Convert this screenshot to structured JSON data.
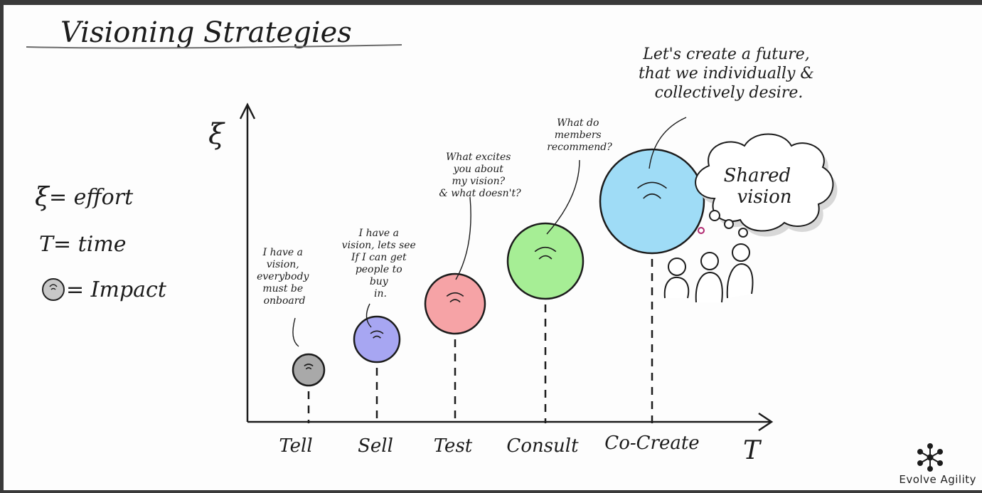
{
  "title": "Visioning Strategies",
  "legend": {
    "effort": "= effort",
    "time": "T= time",
    "impact": "= Impact"
  },
  "axes": {
    "y_symbol": "ξ",
    "x_symbol": "T"
  },
  "strategies": [
    {
      "label": "Tell",
      "color": "#a9a9a9",
      "note": [
        "I have a",
        "vision,",
        "everybody",
        "must be",
        "onboard"
      ]
    },
    {
      "label": "Sell",
      "color": "#a7a6f2",
      "note": [
        "I have a",
        "vision, lets see",
        "If I can get",
        "people to",
        "buy",
        "in."
      ]
    },
    {
      "label": "Test",
      "color": "#f6a3a6",
      "note": [
        "What excites",
        "you about",
        "my vision?",
        "& what doesn't?"
      ]
    },
    {
      "label": "Consult",
      "color": "#a6ee95",
      "note": [
        "What do",
        "members",
        "recommend?"
      ]
    },
    {
      "label": "Co-Create",
      "color": "#9fdcf6",
      "note": [
        "Let's create a future,",
        "that we individually &",
        "collectively desire."
      ]
    }
  ],
  "thought_bubble": [
    "Shared",
    "vision"
  ],
  "brand": "Evolve Agility"
}
